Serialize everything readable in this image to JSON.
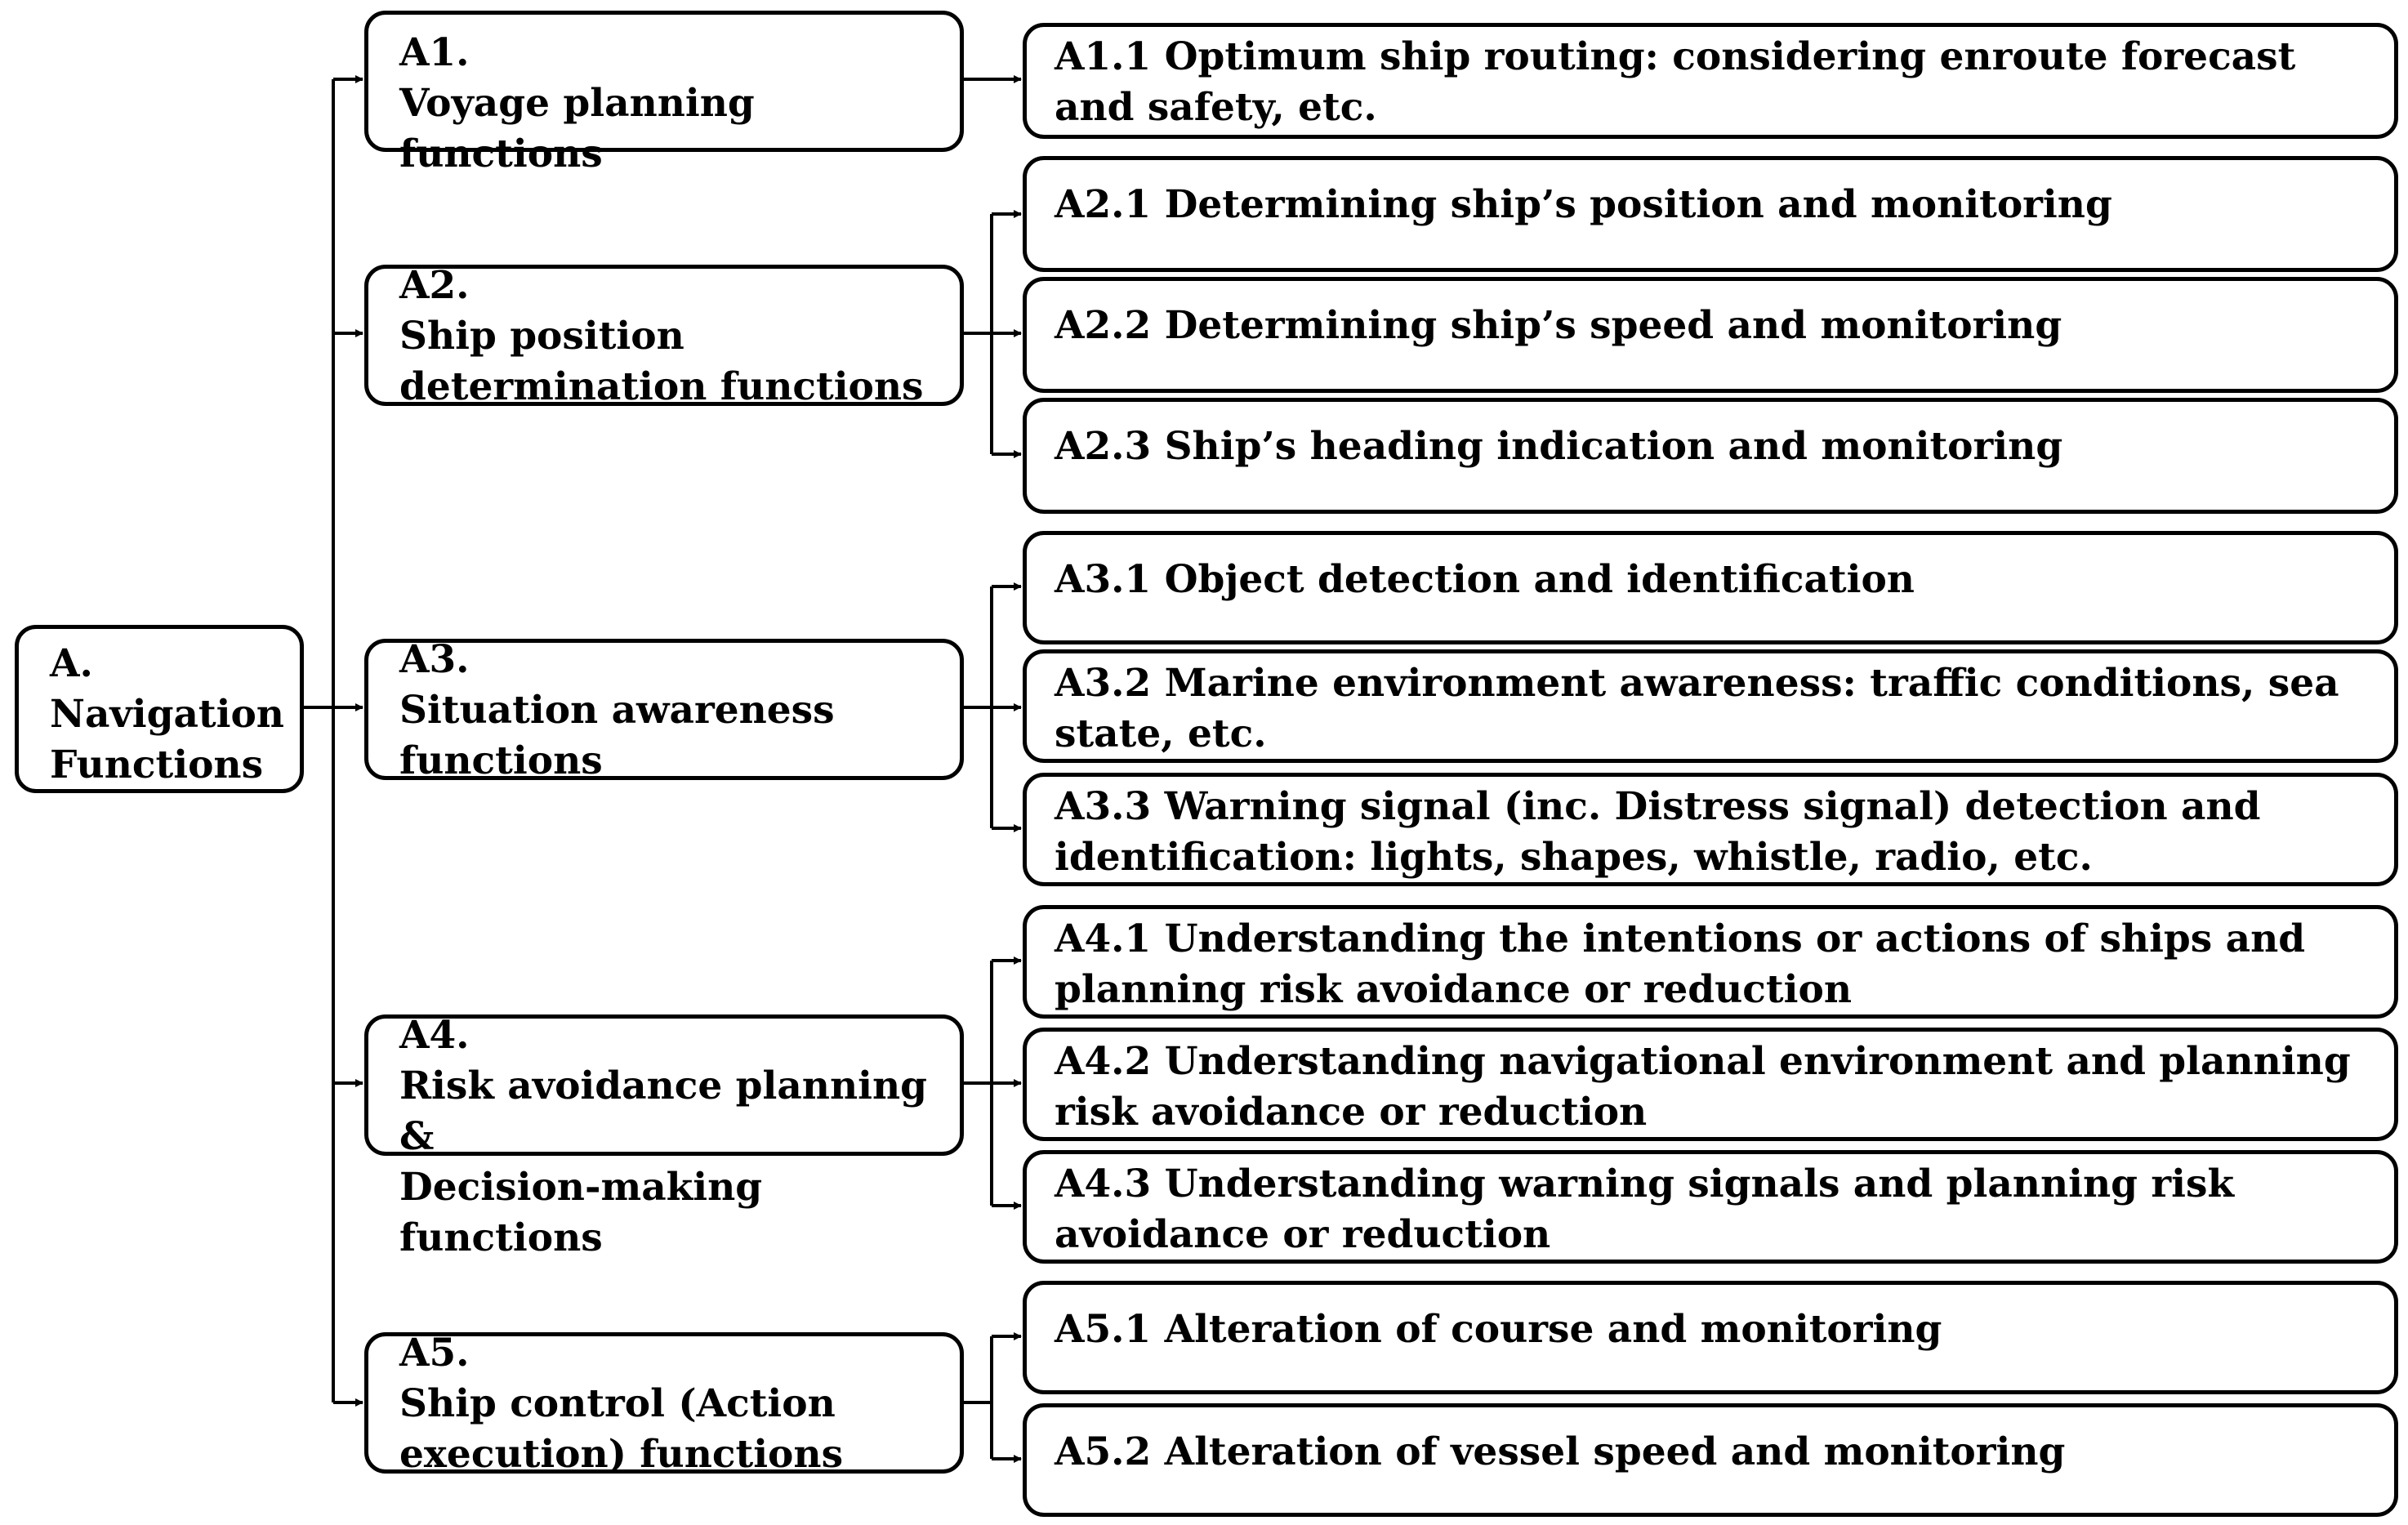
{
  "root": {
    "label": "A.\nNavigation\nFunctions"
  },
  "groups": [
    {
      "label": "A1.\nVoyage planning functions",
      "children": [
        {
          "label": "A1.1 Optimum ship routing: considering enroute forecast and safety, etc."
        }
      ]
    },
    {
      "label": "A2.\nShip position\ndetermination functions",
      "children": [
        {
          "label": "A2.1 Determining ship’s position and monitoring"
        },
        {
          "label": "A2.2 Determining ship’s speed and monitoring"
        },
        {
          "label": "A2.3 Ship’s heading indication and monitoring"
        }
      ]
    },
    {
      "label": "A3.\nSituation awareness\nfunctions",
      "children": [
        {
          "label": "A3.1 Object detection and identification"
        },
        {
          "label": "A3.2 Marine environment awareness: traffic conditions, sea state, etc."
        },
        {
          "label": "A3.3 Warning signal (inc. Distress signal) detection and identification: lights, shapes, whistle, radio, etc."
        }
      ]
    },
    {
      "label": "A4.\nRisk avoidance planning &\nDecision-making functions",
      "children": [
        {
          "label": "A4.1 Understanding the intentions or actions of ships and planning risk avoidance or reduction"
        },
        {
          "label": "A4.2 Understanding navigational environment and planning risk avoidance or reduction"
        },
        {
          "label": "A4.3 Understanding warning signals and planning risk avoidance or reduction"
        }
      ]
    },
    {
      "label": "A5.\nShip control (Action\nexecution) functions",
      "children": [
        {
          "label": "A5.1 Alteration of course and monitoring"
        },
        {
          "label": "A5.2 Alteration of vessel speed and monitoring"
        }
      ]
    }
  ]
}
